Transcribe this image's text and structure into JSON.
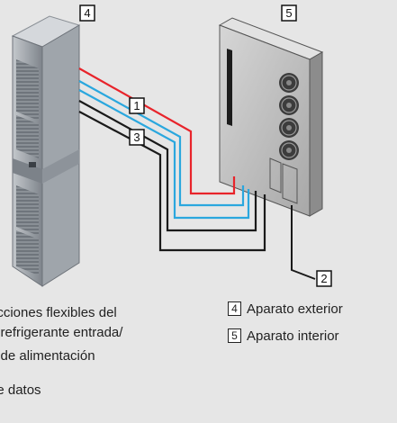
{
  "callouts": {
    "c1": "1",
    "c2": "2",
    "c3": "3",
    "c4": "4",
    "c5": "5"
  },
  "legend_left": [
    {
      "text": "ucciones flexibles del\no refrigerante entrada/\n"
    },
    {
      "text": "e de alimentación"
    },
    {
      "text": "de datos"
    }
  ],
  "legend_right": [
    {
      "key": "4",
      "text": "Aparato exterior"
    },
    {
      "key": "5",
      "text": "Aparato interior"
    }
  ],
  "colors": {
    "background": "#e6e6e6",
    "supply_line": "#e8242b",
    "return_line": "#2aa7de",
    "power_cable": "#1a1a1a",
    "outdoor_unit": "#9a9fa6",
    "indoor_unit": "#b3b3b3"
  }
}
